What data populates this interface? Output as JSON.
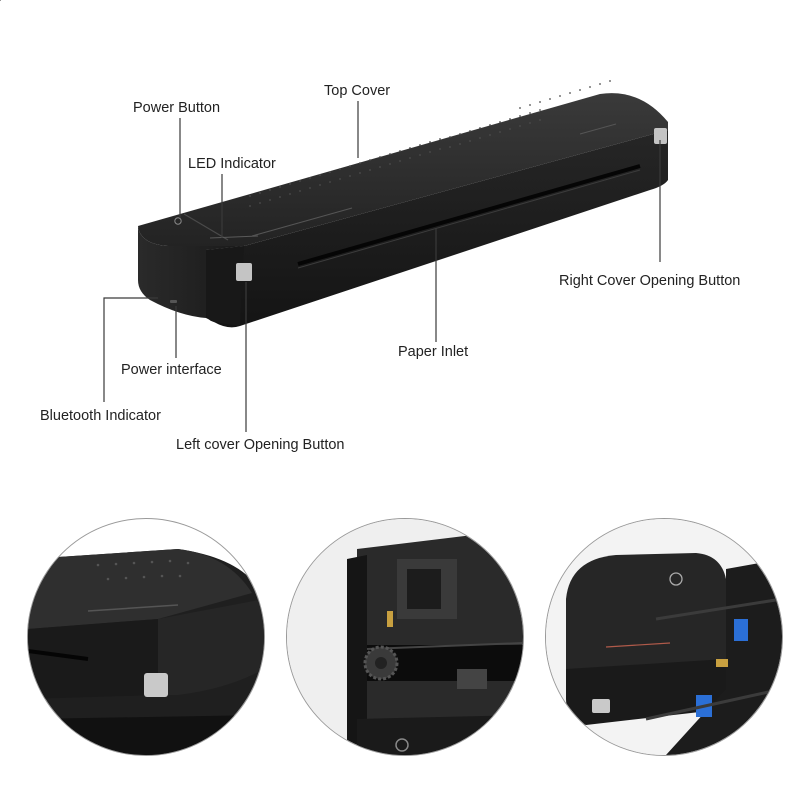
{
  "labels": {
    "power_button": "Power Button",
    "top_cover": "Top Cover",
    "led_indicator": "LED Indicator",
    "right_cover_opening_button": "Right Cover Opening Button",
    "paper_inlet": "Paper Inlet",
    "power_interface": "Power interface",
    "bluetooth_indicator": "Bluetooth Indicator",
    "left_cover_opening_button": "Left cover Opening Button"
  },
  "colors": {
    "body_dark": "#1e1e1e",
    "body_mid": "#2b2b2b",
    "button_gray": "#bdbdbd",
    "leader_line": "#3a3a3a",
    "accent_blue": "#2b6fd6",
    "accent_gold": "#c8a040"
  },
  "detail_views": [
    {
      "subject": "left-end-closeup"
    },
    {
      "subject": "internal-roller-closeup"
    },
    {
      "subject": "open-cover-closeup"
    }
  ]
}
